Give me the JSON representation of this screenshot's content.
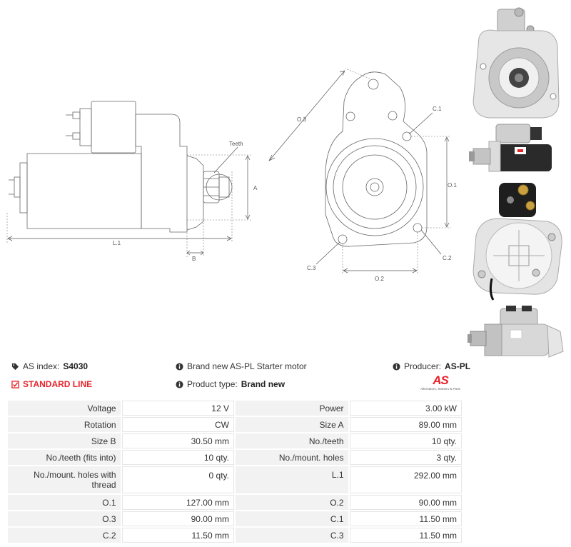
{
  "drawing_labels": {
    "teeth": "Teeth",
    "a": "A",
    "b": "B",
    "l1": "L.1",
    "o3": "O.3",
    "c1": "C.1",
    "o1": "O.1",
    "c2": "C.2",
    "c3": "C.3",
    "o2": "O.2"
  },
  "header": {
    "as_index_label": "AS index:",
    "as_index_value": "S4030",
    "standard_line": "STANDARD LINE",
    "description": "Brand new AS-PL Starter motor",
    "product_type_label": "Product type:",
    "product_type_value": "Brand new",
    "producer_label": "Producer:",
    "producer_value": "AS-PL",
    "logo_text": "AS",
    "logo_subtext": "Alternators, Starters & Parts"
  },
  "colors": {
    "accent": "#e8242b",
    "label_bg": "#f2f2f2",
    "border": "#e6e6e6"
  },
  "icons": [
    "tags-icon",
    "check-square-icon",
    "info-circle-icon"
  ],
  "specs": [
    [
      "Voltage",
      "12 V",
      "Power",
      "3.00 kW"
    ],
    [
      "Rotation",
      "CW",
      "Size A",
      "89.00 mm"
    ],
    [
      "Size B",
      "30.50 mm",
      "No./teeth",
      "10 qty."
    ],
    [
      "No./teeth (fits into)",
      "10 qty.",
      "No./mount. holes",
      "3 qty."
    ],
    [
      "No./mount. holes with thread",
      "0 qty.",
      "L.1",
      "292.00 mm"
    ],
    [
      "O.1",
      "127.00 mm",
      "O.2",
      "90.00 mm"
    ],
    [
      "O.3",
      "90.00 mm",
      "C.1",
      "11.50 mm"
    ],
    [
      "C.2",
      "11.50 mm",
      "C.3",
      "11.50 mm"
    ]
  ]
}
